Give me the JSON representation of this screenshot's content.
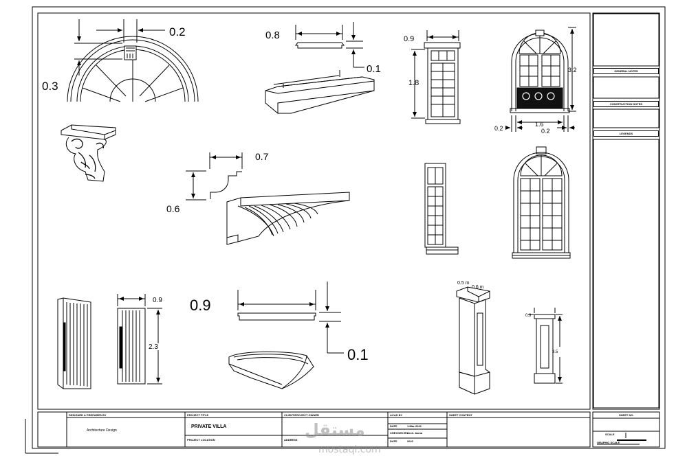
{
  "dimensions": {
    "arch_top_width": "0.2",
    "arch_side": "0.3",
    "sill_width": "0.8",
    "sill_height": "0.1",
    "door_width": "0.9",
    "door_height": "1.8",
    "arched_door_height": "3.2",
    "arched_door_side": "0.2",
    "arched_door_mid": "1.6",
    "arched_door_right": "0.2",
    "cornice_width": "0.7",
    "cornice_height": "0.6",
    "panel_door_width": "0.9",
    "panel_door_height": "2.3",
    "cap_width": "0.9",
    "cap_height": "0.1",
    "pillar_top": "0.5 m",
    "pillar_cap": "0.6 m",
    "small_pillar_width": "0.9",
    "small_pillar_height": "3.5"
  },
  "side_panel": {
    "general_notes": "GENERAL NOTES",
    "construction_notes": "CONSTRUCTION NOTES",
    "legends": "LEGENDS"
  },
  "title_block": {
    "designed_by_label": "DESIGNED & PREPARED BY",
    "designed_by_value": "Architecture Design",
    "project_title_label": "PROJECT TITLE",
    "project_title_value": "PRIVATE VILLA",
    "project_location_label": "PROJECT LOCATION",
    "client_label": "CLIENT/PROJECT OWNER",
    "address_label": "ADDRESS",
    "acad_by_label": "ACAD BY",
    "date_label_1": "DATE",
    "date_value_1": "1-Mar-2022",
    "checked_by_label": "CHECKED BY",
    "checked_by_value": "Arch. Asma",
    "date_label_2": "DATE",
    "date_value_2": "2022",
    "sheet_content_label": "SHEET CONTENT",
    "sheet_no_label": "SHEET NO.",
    "scale_label": "SCALE",
    "scale_bar_label": "GRAPHIC SCALE"
  },
  "watermark": {
    "arabic": "مستقل",
    "latin": "mostaqi.com"
  }
}
